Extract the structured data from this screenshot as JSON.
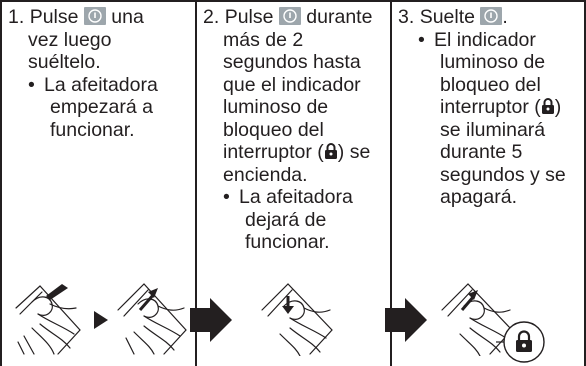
{
  "steps": [
    {
      "number": "1.",
      "line1_pre": "Pulse ",
      "line1_post": " una",
      "lines": [
        "vez luego",
        "suéltelo."
      ],
      "bullet": [
        "La afeitadora",
        "empezará a",
        "funcionar."
      ]
    },
    {
      "number": "2.",
      "line1_pre": "Pulse ",
      "line1_post": " durante",
      "lines": [
        "más de 2",
        "segundos hasta",
        "que el indicador",
        "luminoso de",
        "bloqueo del"
      ],
      "lock_line_pre": "interruptor (",
      "lock_line_post": ") se",
      "lines_after": [
        "encienda."
      ],
      "bullet": [
        "La afeitadora",
        "dejará de",
        "funcionar."
      ]
    },
    {
      "number": "3.",
      "line1_pre": "Suelte ",
      "line1_post": ".",
      "bullet_lines_before": [
        "El indicador",
        "luminoso de",
        "bloqueo del"
      ],
      "bullet_lock_pre": "interruptor (",
      "bullet_lock_post": ")",
      "bullet_lines_after": [
        "se iluminará",
        "durante 5",
        "segundos y se",
        "apagará."
      ]
    }
  ],
  "bullet_char": "•",
  "icons": {
    "power_button": "power-button-icon",
    "lock": "lock-icon"
  },
  "colors": {
    "text": "#231f20",
    "button_icon": "#9da6ac",
    "arrow": "#231f20"
  }
}
